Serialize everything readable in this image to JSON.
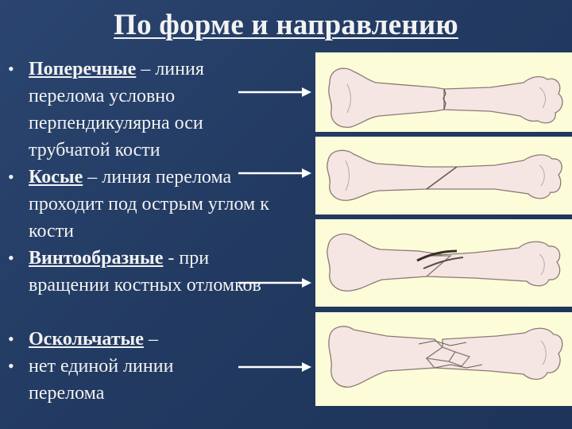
{
  "slide": {
    "title": "По форме и направлению",
    "bullets": [
      {
        "term": "Поперечные",
        "rest": " – линия перелома условно перпендикулярна оси трубчатой кости"
      },
      {
        "term": "Косые",
        "rest": " – линия перелома проходит под острым углом к кости"
      },
      {
        "term": "Винтообразные",
        "rest": " - при вращении костных отломков"
      },
      {
        "term": "Оскольчатые",
        "rest": " –"
      },
      {
        "term": "",
        "rest": "нет единой линии перелома"
      }
    ],
    "images": [
      "transverse-fracture-bone",
      "oblique-fracture-bone",
      "spiral-fracture-bone",
      "comminuted-fracture-bone"
    ],
    "colors": {
      "background": "#233b63",
      "text": "#f2f2f2",
      "panel": "#fdfcd8",
      "bone": "#f5e6e4",
      "outline": "#8a7a76"
    }
  }
}
